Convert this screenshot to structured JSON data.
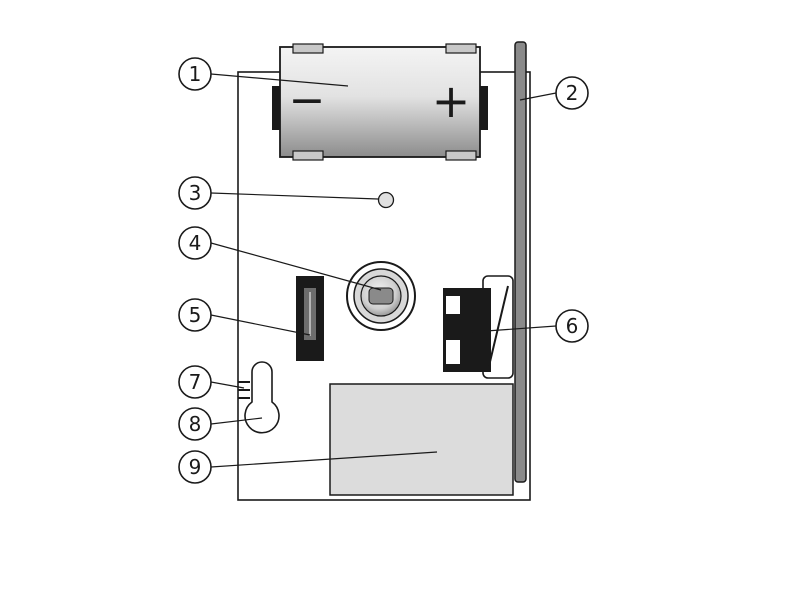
{
  "diagram": {
    "battery": {
      "minus_symbol": "−",
      "plus_symbol": "+"
    },
    "callouts": [
      {
        "id": "1",
        "part": "battery"
      },
      {
        "id": "2",
        "part": "side-strip"
      },
      {
        "id": "3",
        "part": "led"
      },
      {
        "id": "4",
        "part": "round-button"
      },
      {
        "id": "5",
        "part": "jumper"
      },
      {
        "id": "6",
        "part": "switch"
      },
      {
        "id": "7",
        "part": "small-holes"
      },
      {
        "id": "8",
        "part": "keyhole"
      },
      {
        "id": "9",
        "part": "label-area"
      }
    ],
    "colors": {
      "outline": "#1a1a1a",
      "battery_light": "#f2f2f2",
      "battery_dark": "#8c8c8c",
      "label_fill": "#dcdcdc",
      "strip_fill": "#8a8a8a",
      "board_fill": "#ffffff"
    }
  }
}
